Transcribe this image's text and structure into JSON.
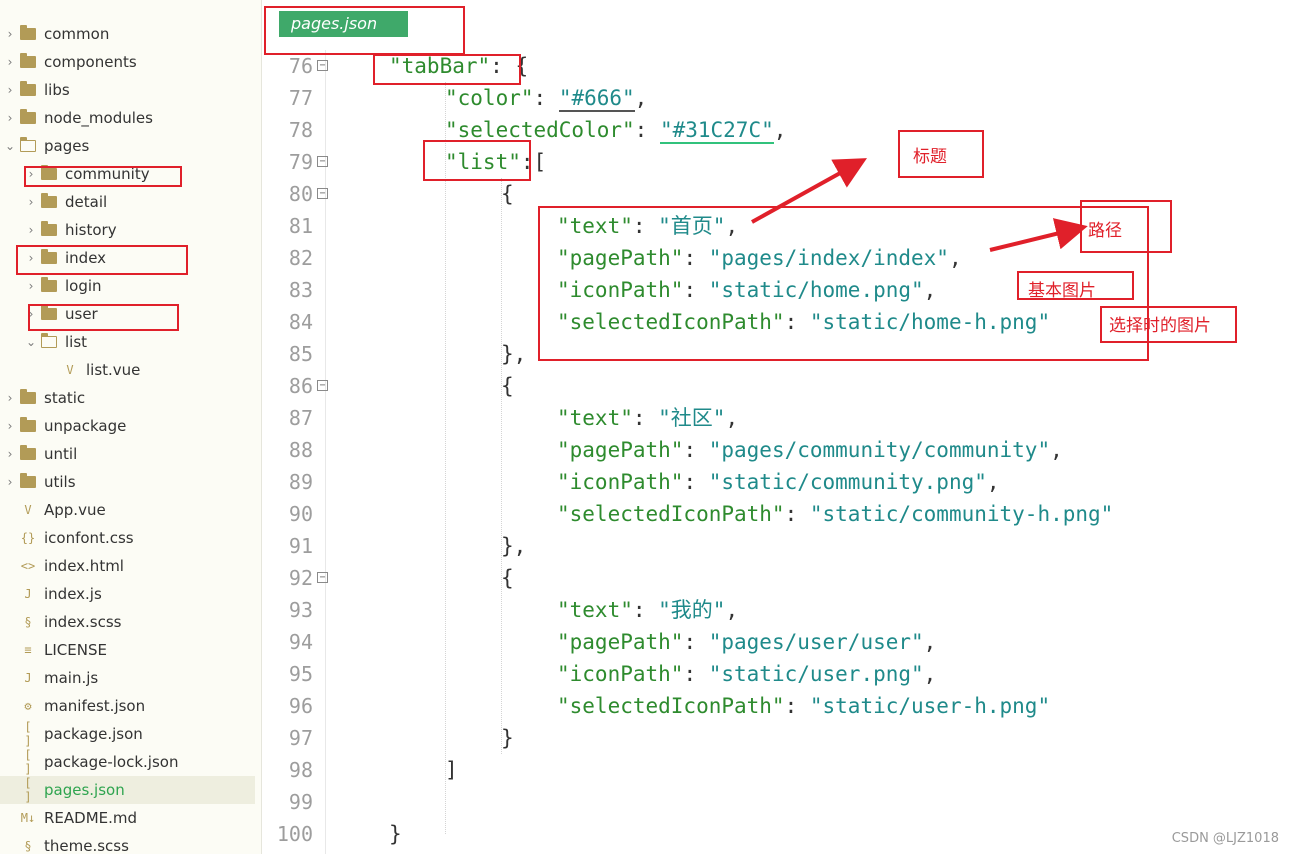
{
  "sidebar": {
    "items": [
      {
        "label": "common",
        "type": "folder",
        "expanded": false,
        "depth": 0
      },
      {
        "label": "components",
        "type": "folder",
        "expanded": false,
        "depth": 0
      },
      {
        "label": "libs",
        "type": "folder",
        "expanded": false,
        "depth": 0
      },
      {
        "label": "node_modules",
        "type": "folder",
        "expanded": false,
        "depth": 0
      },
      {
        "label": "pages",
        "type": "folder",
        "expanded": true,
        "depth": 0
      },
      {
        "label": "community",
        "type": "folder",
        "expanded": false,
        "depth": 1
      },
      {
        "label": "detail",
        "type": "folder",
        "expanded": false,
        "depth": 1
      },
      {
        "label": "history",
        "type": "folder",
        "expanded": false,
        "depth": 1
      },
      {
        "label": "index",
        "type": "folder",
        "expanded": false,
        "depth": 1
      },
      {
        "label": "login",
        "type": "folder",
        "expanded": false,
        "depth": 1
      },
      {
        "label": "user",
        "type": "folder",
        "expanded": false,
        "depth": 1
      },
      {
        "label": "list",
        "type": "folder",
        "expanded": true,
        "depth": 1
      },
      {
        "label": "list.vue",
        "type": "vue",
        "depth": 2
      },
      {
        "label": "static",
        "type": "folder",
        "expanded": false,
        "depth": 0
      },
      {
        "label": "unpackage",
        "type": "folder",
        "expanded": false,
        "depth": 0
      },
      {
        "label": "until",
        "type": "folder",
        "expanded": false,
        "depth": 0
      },
      {
        "label": "utils",
        "type": "folder",
        "expanded": false,
        "depth": 0
      },
      {
        "label": "App.vue",
        "type": "vue",
        "depth": 0
      },
      {
        "label": "iconfont.css",
        "type": "css",
        "depth": 0
      },
      {
        "label": "index.html",
        "type": "html",
        "depth": 0
      },
      {
        "label": "index.js",
        "type": "js",
        "depth": 0
      },
      {
        "label": "index.scss",
        "type": "scss",
        "depth": 0
      },
      {
        "label": "LICENSE",
        "type": "text",
        "depth": 0
      },
      {
        "label": "main.js",
        "type": "js",
        "depth": 0
      },
      {
        "label": "manifest.json",
        "type": "manifest",
        "depth": 0
      },
      {
        "label": "package.json",
        "type": "json",
        "depth": 0
      },
      {
        "label": "package-lock.json",
        "type": "json",
        "depth": 0
      },
      {
        "label": "pages.json",
        "type": "json",
        "depth": 0,
        "selected": true
      },
      {
        "label": "README.md",
        "type": "md",
        "depth": 0
      },
      {
        "label": "theme.scss",
        "type": "scss",
        "depth": 0
      }
    ]
  },
  "editor": {
    "tab_label": "pages.json",
    "lines": [
      {
        "num": "76",
        "fold": true
      },
      {
        "num": "77"
      },
      {
        "num": "78"
      },
      {
        "num": "79",
        "fold": true
      },
      {
        "num": "80",
        "fold": true
      },
      {
        "num": "81"
      },
      {
        "num": "82"
      },
      {
        "num": "83"
      },
      {
        "num": "84"
      },
      {
        "num": "85"
      },
      {
        "num": "86",
        "fold": true
      },
      {
        "num": "87"
      },
      {
        "num": "88"
      },
      {
        "num": "89"
      },
      {
        "num": "90"
      },
      {
        "num": "91"
      },
      {
        "num": "92",
        "fold": true
      },
      {
        "num": "93"
      },
      {
        "num": "94"
      },
      {
        "num": "95"
      },
      {
        "num": "96"
      },
      {
        "num": "97"
      },
      {
        "num": "98"
      },
      {
        "num": "99"
      },
      {
        "num": "100"
      }
    ],
    "tokens": {
      "tabBar": "\"tabBar\"",
      "color": "\"color\"",
      "color_val": "\"#666\"",
      "selectedColor": "\"selectedColor\"",
      "selectedColor_val": "\"#31C27C\"",
      "list": "\"list\"",
      "text": "\"text\"",
      "pagePath": "\"pagePath\"",
      "iconPath": "\"iconPath\"",
      "selectedIconPath": "\"selectedIconPath\"",
      "item1_text": "\"首页\"",
      "item1_page": "\"pages/index/index\"",
      "item1_icon": "\"static/home.png\"",
      "item1_sel": "\"static/home-h.png\"",
      "item2_text": "\"社区\"",
      "item2_page": "\"pages/community/community\"",
      "item2_icon": "\"static/community.png\"",
      "item2_sel": "\"static/community-h.png\"",
      "item3_text": "\"我的\"",
      "item3_page": "\"pages/user/user\"",
      "item3_icon": "\"static/user.png\"",
      "item3_sel": "\"static/user-h.png\""
    }
  },
  "annotations": {
    "title": "标题",
    "path": "路径",
    "icon": "基本图片",
    "selected_icon": "选择时的图片"
  },
  "watermark": "CSDN @LJZ1018",
  "colors": {
    "annotation_red": "#e0202a",
    "tab_green": "#3fa96a",
    "key_green": "#2e8b2e",
    "string_teal": "#1f8a8a",
    "folder_gold": "#b29b57"
  }
}
